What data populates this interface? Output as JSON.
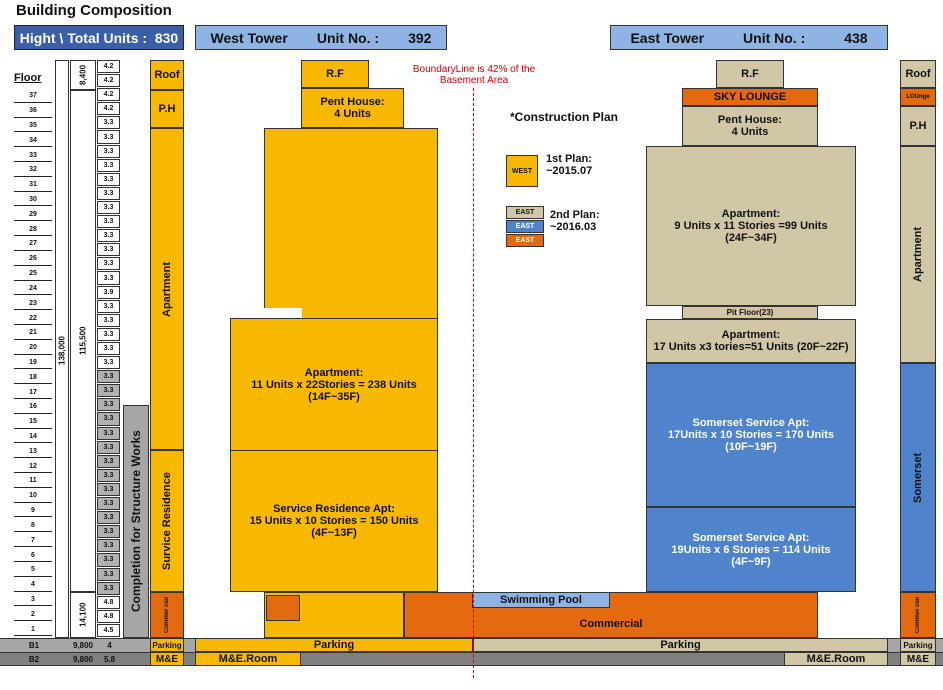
{
  "title": "Building Composition",
  "header": {
    "hight_label": "Hight \\ Total Units :",
    "total_units": "830",
    "west_tower": "West Tower",
    "west_unit_label": "Unit No. :",
    "west_units": "392",
    "east_tower": "East Tower",
    "east_unit_label": "Unit No. :",
    "east_units": "438"
  },
  "floor_header": "Floor",
  "floors": [
    "37",
    "36",
    "35",
    "34",
    "33",
    "32",
    "31",
    "30",
    "29",
    "28",
    "27",
    "26",
    "25",
    "24",
    "23",
    "22",
    "21",
    "20",
    "19",
    "18",
    "17",
    "16",
    "15",
    "14",
    "13",
    "12",
    "11",
    "10",
    "9",
    "8",
    "7",
    "6",
    "5",
    "4",
    "3",
    "2",
    "1"
  ],
  "heights": [
    "4.2",
    "4.2",
    "4.2",
    "4.2",
    "3.3",
    "3.3",
    "3.3",
    "3.3",
    "3.3",
    "3.3",
    "3.3",
    "3.3",
    "3.3",
    "3.3",
    "3.3",
    "3.3",
    "3.9",
    "3.3",
    "3.3",
    "3.3",
    "3.3",
    "3.3",
    "3.3",
    "3.3",
    "3.3",
    "3.3",
    "3.3",
    "3.3",
    "3.3",
    "3.3",
    "3.3",
    "3.3",
    "3.3",
    "3.3",
    "3.3",
    "3.3",
    "3.3",
    "3.3",
    "4.8",
    "4.8",
    "4.5"
  ],
  "basement": {
    "b1": "B1",
    "b2": "B2",
    "b1_height": "4",
    "b2_height": "5.8",
    "b1_total": "9,800",
    "b2_total": "9,800"
  },
  "totals": {
    "overall": "138,000",
    "upper": "8,400",
    "middle": "115,500",
    "lower": "14,100"
  },
  "left_zones": {
    "roof": "Roof",
    "ph": "P.H",
    "apartment": "Apartment",
    "survice": "Survice Residence",
    "commercial": "Commer cial",
    "parking": "Parking",
    "me": "M&E",
    "completion": "Completion for Structure Works"
  },
  "right_zones": {
    "roof": "Roof",
    "lounge": "LOUnge",
    "ph": "P.H",
    "apartment": "Apartment",
    "somerset": "Somerset",
    "commercial": "Commer cial",
    "parking": "Parking",
    "me": "M&E"
  },
  "west": {
    "rf": "R.F",
    "penthouse_1": "Pent House:",
    "penthouse_2": "4 Units",
    "apt_1": "Apartment:",
    "apt_2": "11 Units x 22Stories = 238 Units",
    "apt_3": "(14F~35F)",
    "srv_1": "Service Residence Apt:",
    "srv_2": "15 Units x 10 Stories = 150 Units",
    "srv_3": "(4F~13F)"
  },
  "east": {
    "rf": "R.F",
    "sky_lounge": "SKY LOUNGE",
    "penthouse_1": "Pent House:",
    "penthouse_2": "4 Units",
    "apt_1": "Apartment:",
    "apt_2": "9 Units x 11 Stories =99 Units",
    "apt_3": "(24F~34F)",
    "pit": "Pit Floor(23)",
    "apt2_1": "Apartment:",
    "apt2_2": "17 Units x3 tories=51 Units  (20F~22F)",
    "som1_1": "Somerset Service Apt:",
    "som1_2": "17Units x 10 Stories = 170 Units",
    "som1_3": "(10F~19F)",
    "som2_1": "Somerset Service Apt:",
    "som2_2": "19Units x 6 Stories = 114 Units",
    "som2_3": "(4F~9F)"
  },
  "podium": {
    "pool": "Swimming Pool",
    "commercial": "Commercial",
    "parking_left": "Parking",
    "parking_right": "Parking",
    "me_room_left": "M&E.Room",
    "me_room_right": "M&E.Room"
  },
  "boundary_note_1": "BoundaryLine is 42% of the",
  "boundary_note_2": "Basement Area",
  "legend": {
    "title": "*Construction Plan",
    "west_tag": "WEST",
    "plan1_1": "1st Plan:",
    "plan1_2": "~2015.07",
    "east_tag": "EAST",
    "plan2_1": "2nd Plan:",
    "plan2_2": "~2016.03"
  },
  "colors": {
    "west": "#f9b800",
    "east_apartment": "#d1c7a6",
    "east_somerset": "#4f84cc",
    "east_commercial": "#e46a0f",
    "boundary_line": "#e00000"
  }
}
